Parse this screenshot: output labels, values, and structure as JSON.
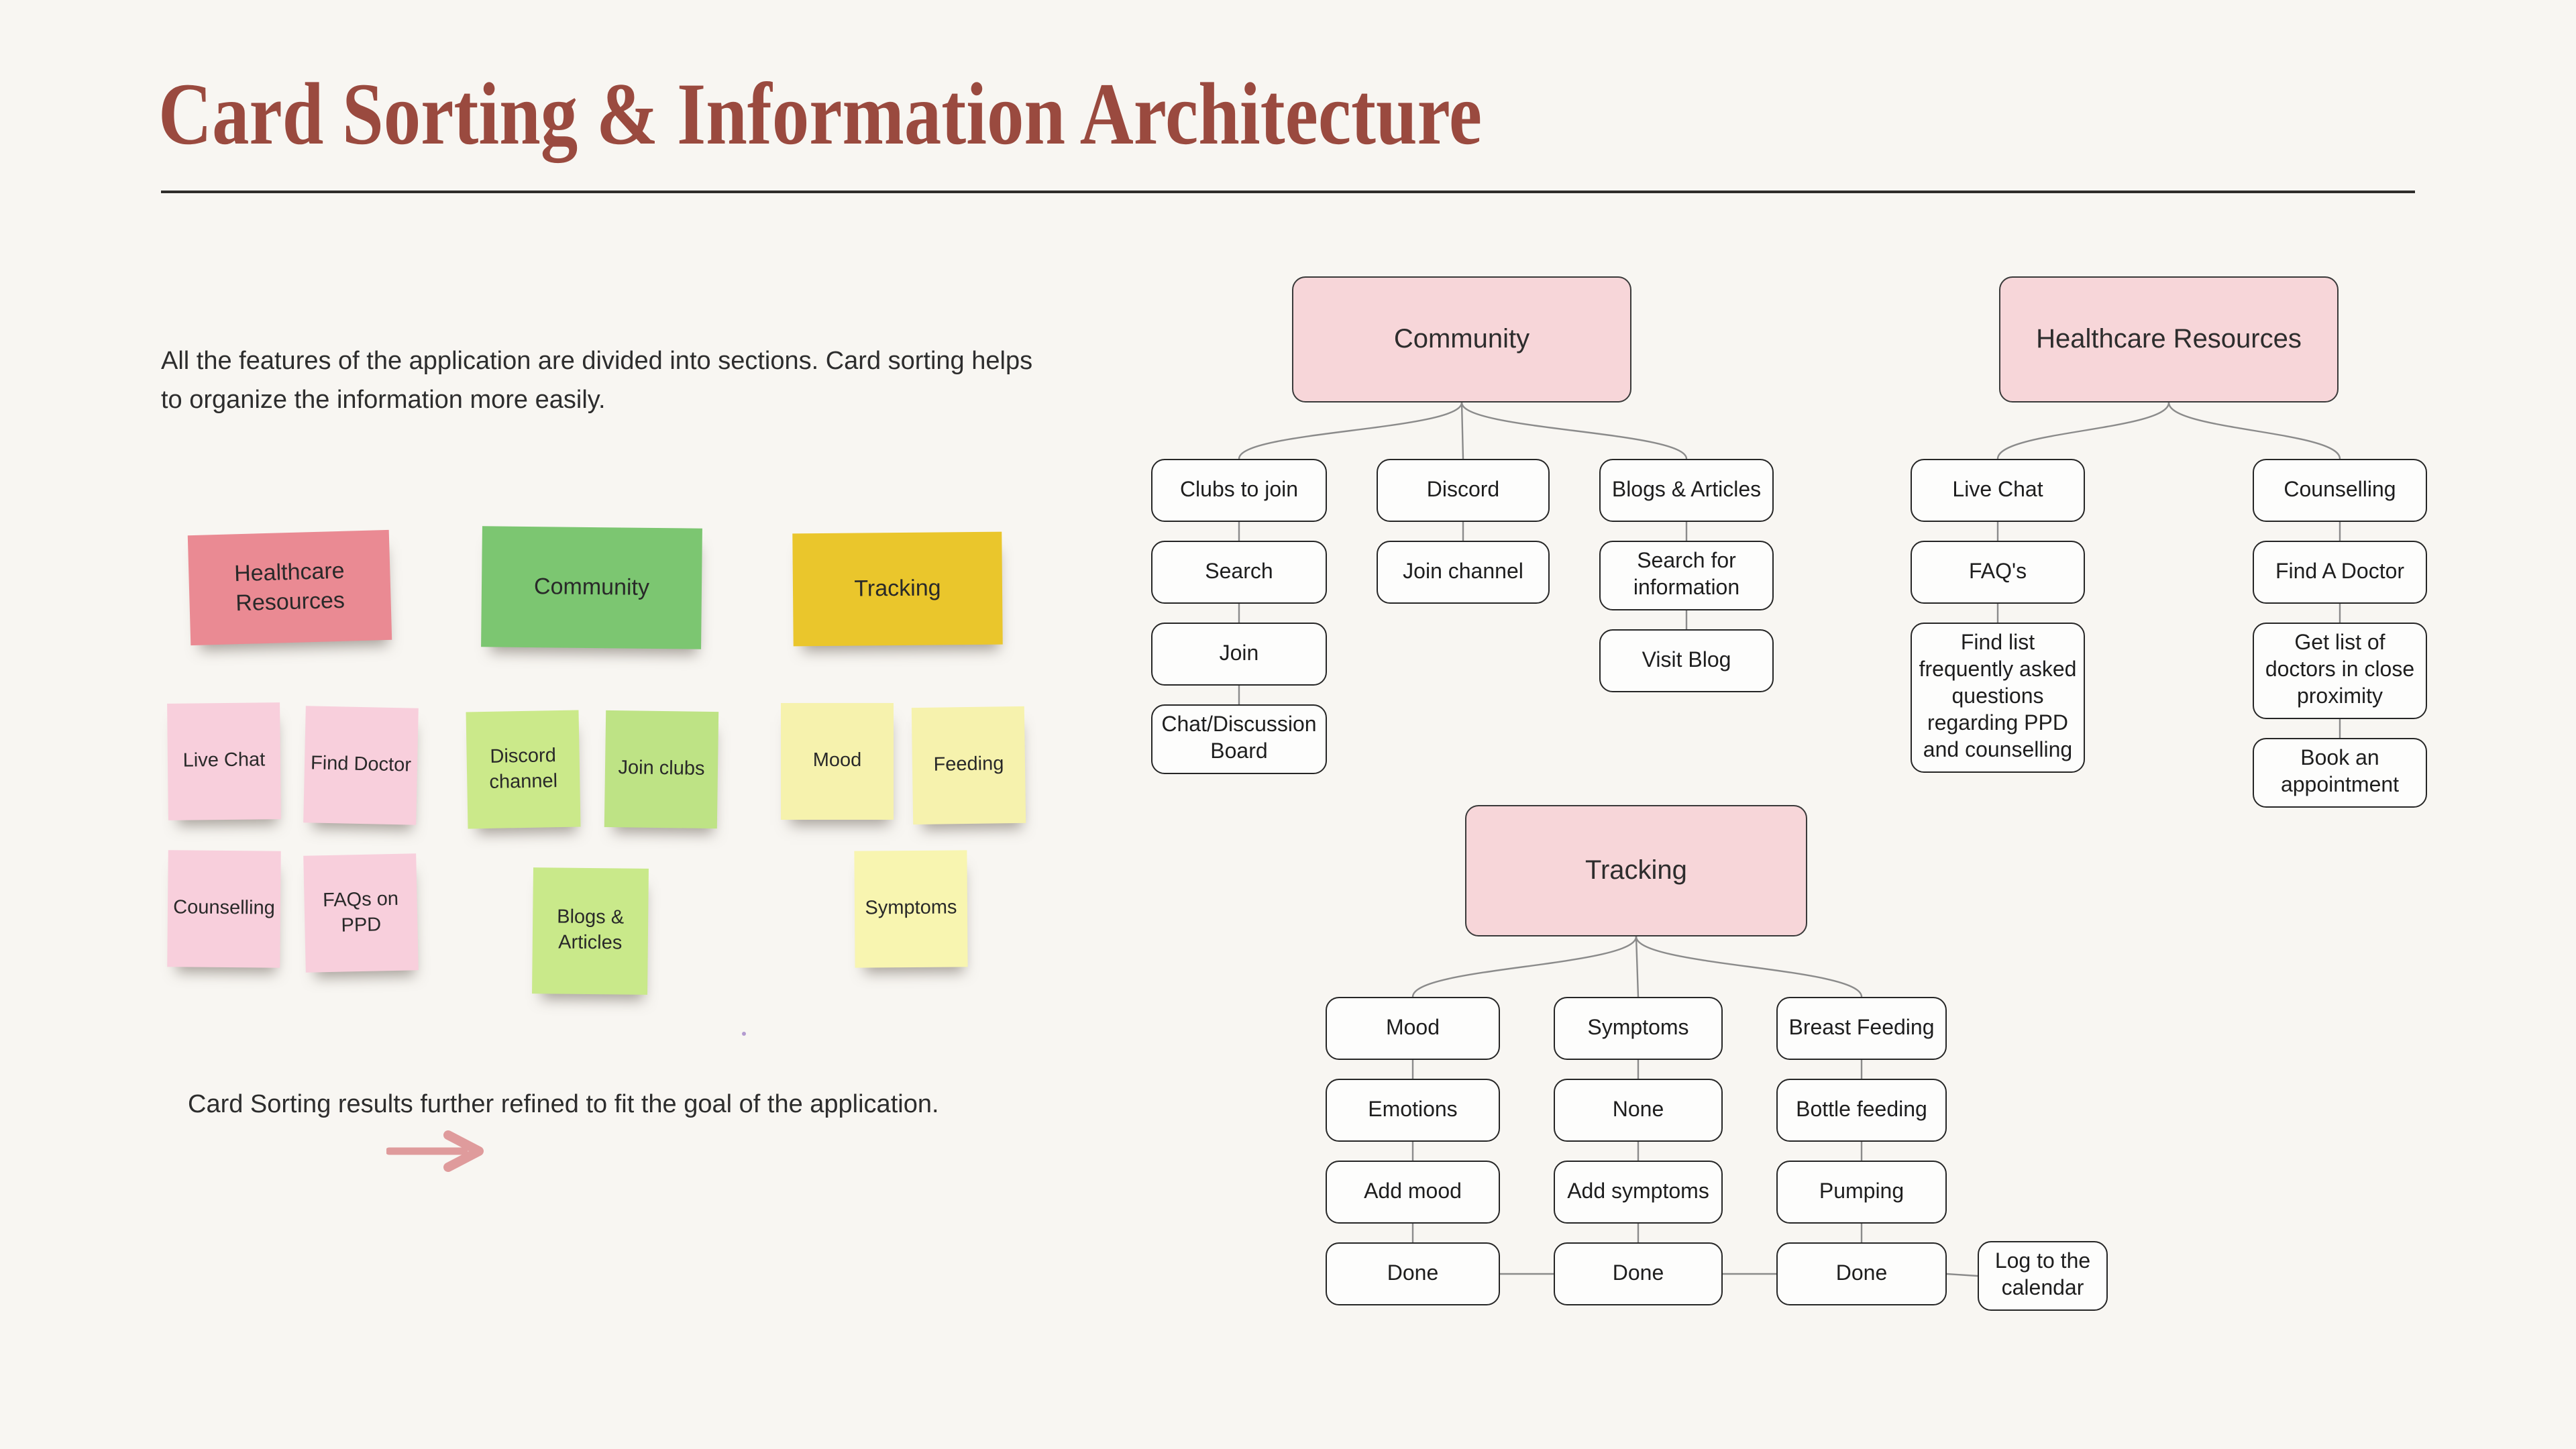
{
  "page": {
    "title": "Card Sorting & Information Architecture",
    "background": "#f8f6f2",
    "title_color": "#9a4a3f"
  },
  "left_panel": {
    "intro": "All the features of the application are divided into sections. Card sorting helps to organize the information more easily.",
    "refined_note": "Card Sorting results further refined to fit the goal of the application.",
    "arrow_color": "#df9b9c",
    "stickies": [
      {
        "label": "Healthcare Resources",
        "color": "#ea8a93"
      },
      {
        "label": "Community",
        "color": "#7cc671"
      },
      {
        "label": "Tracking",
        "color": "#eac62c"
      },
      {
        "label": "Live Chat",
        "color": "#f8cfdc"
      },
      {
        "label": "Find Doctor",
        "color": "#f8cfdc"
      },
      {
        "label": "Discord channel",
        "color": "#cbe98a"
      },
      {
        "label": "Join clubs",
        "color": "#bee385"
      },
      {
        "label": "Mood",
        "color": "#f6f2ad"
      },
      {
        "label": "Feeding",
        "color": "#f6f2ad"
      },
      {
        "label": "Counselling",
        "color": "#f8cfdc"
      },
      {
        "label": "FAQs on PPD",
        "color": "#f8cfdc"
      },
      {
        "label": "Blogs & Articles",
        "color": "#c9e98a"
      },
      {
        "label": "Symptoms",
        "color": "#f8f5b0"
      }
    ]
  },
  "trees": {
    "community": {
      "root": "Community",
      "columns": [
        [
          "Clubs to join",
          "Search",
          "Join",
          "Chat/Discussion Board"
        ],
        [
          "Discord",
          "Join channel"
        ],
        [
          "Blogs & Articles",
          "Search for information",
          "Visit Blog"
        ]
      ]
    },
    "healthcare": {
      "root": "Healthcare Resources",
      "columns": [
        [
          "Live Chat",
          "FAQ's",
          "Find list frequently asked questions regarding PPD and counselling"
        ],
        [
          "Counselling",
          "Find A Doctor",
          "Get list of doctors in close proximity",
          "Book an appointment"
        ]
      ]
    },
    "tracking": {
      "root": "Tracking",
      "columns": [
        [
          "Mood",
          "Emotions",
          "Add mood",
          "Done"
        ],
        [
          "Symptoms",
          "None",
          "Add symptoms",
          "Done"
        ],
        [
          "Breast Feeding",
          "Bottle feeding",
          "Pumping",
          "Done"
        ]
      ],
      "side_node": "Log to the calendar"
    }
  },
  "colors": {
    "root_fill": "#f7d6d9",
    "root_border": "#3a3a3a",
    "node_fill": "#fdfdfc",
    "node_border": "#262626",
    "line": "#8b8b8b",
    "underline": "#2f2d2b",
    "text": "#2f2f2f"
  }
}
